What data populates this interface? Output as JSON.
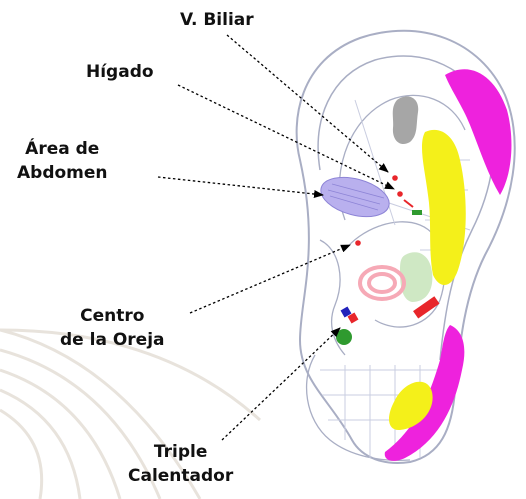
{
  "labels": {
    "biliar": "V. Biliar",
    "higado": "Hígado",
    "abdomen": [
      "Área de",
      "Abdomen"
    ],
    "centro": [
      "Centro",
      "de la Oreja"
    ],
    "triple": [
      "Triple",
      "Calentador"
    ]
  },
  "colors": {
    "outline": "#a9aec4",
    "grid": "#c9cde0",
    "magenta": "#ee22dd",
    "yellow": "#f4f01a",
    "lavender": "#b9b0ee",
    "pink": "#f6a9b6",
    "light_green": "#cfe8c4",
    "gray": "#a6a6a6",
    "red": "#e8262b",
    "green": "#2f9a2f",
    "blue": "#2222bb",
    "watermark": "#e8e3dc"
  },
  "icons": [
    "ear-diagram",
    "arrow-pointer"
  ]
}
